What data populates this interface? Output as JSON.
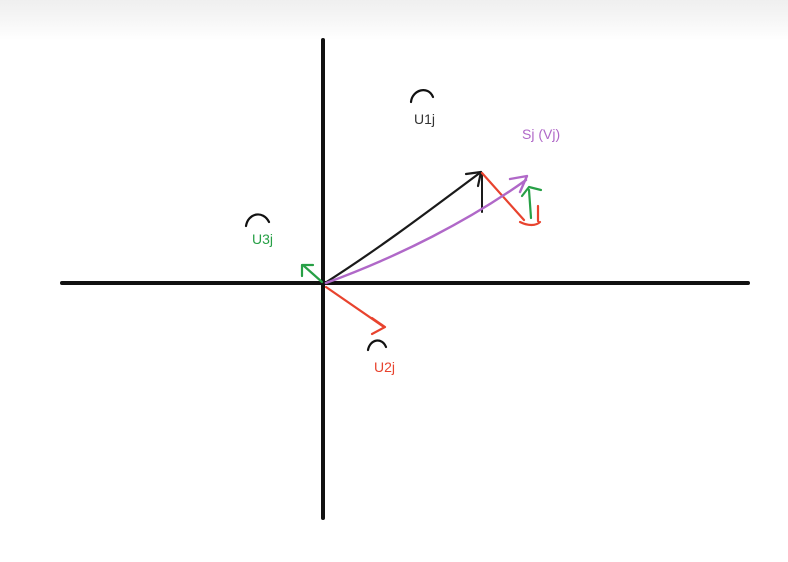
{
  "labels": {
    "u1": "U1j",
    "u2": "U2j",
    "u3": "U3j",
    "s": "Sj (Vj)"
  },
  "colors": {
    "axes": "#111111",
    "u1": "#1a1a1a",
    "u2": "#e8432e",
    "u3": "#27a046",
    "s": "#b068c8",
    "background": "#ffffff"
  }
}
